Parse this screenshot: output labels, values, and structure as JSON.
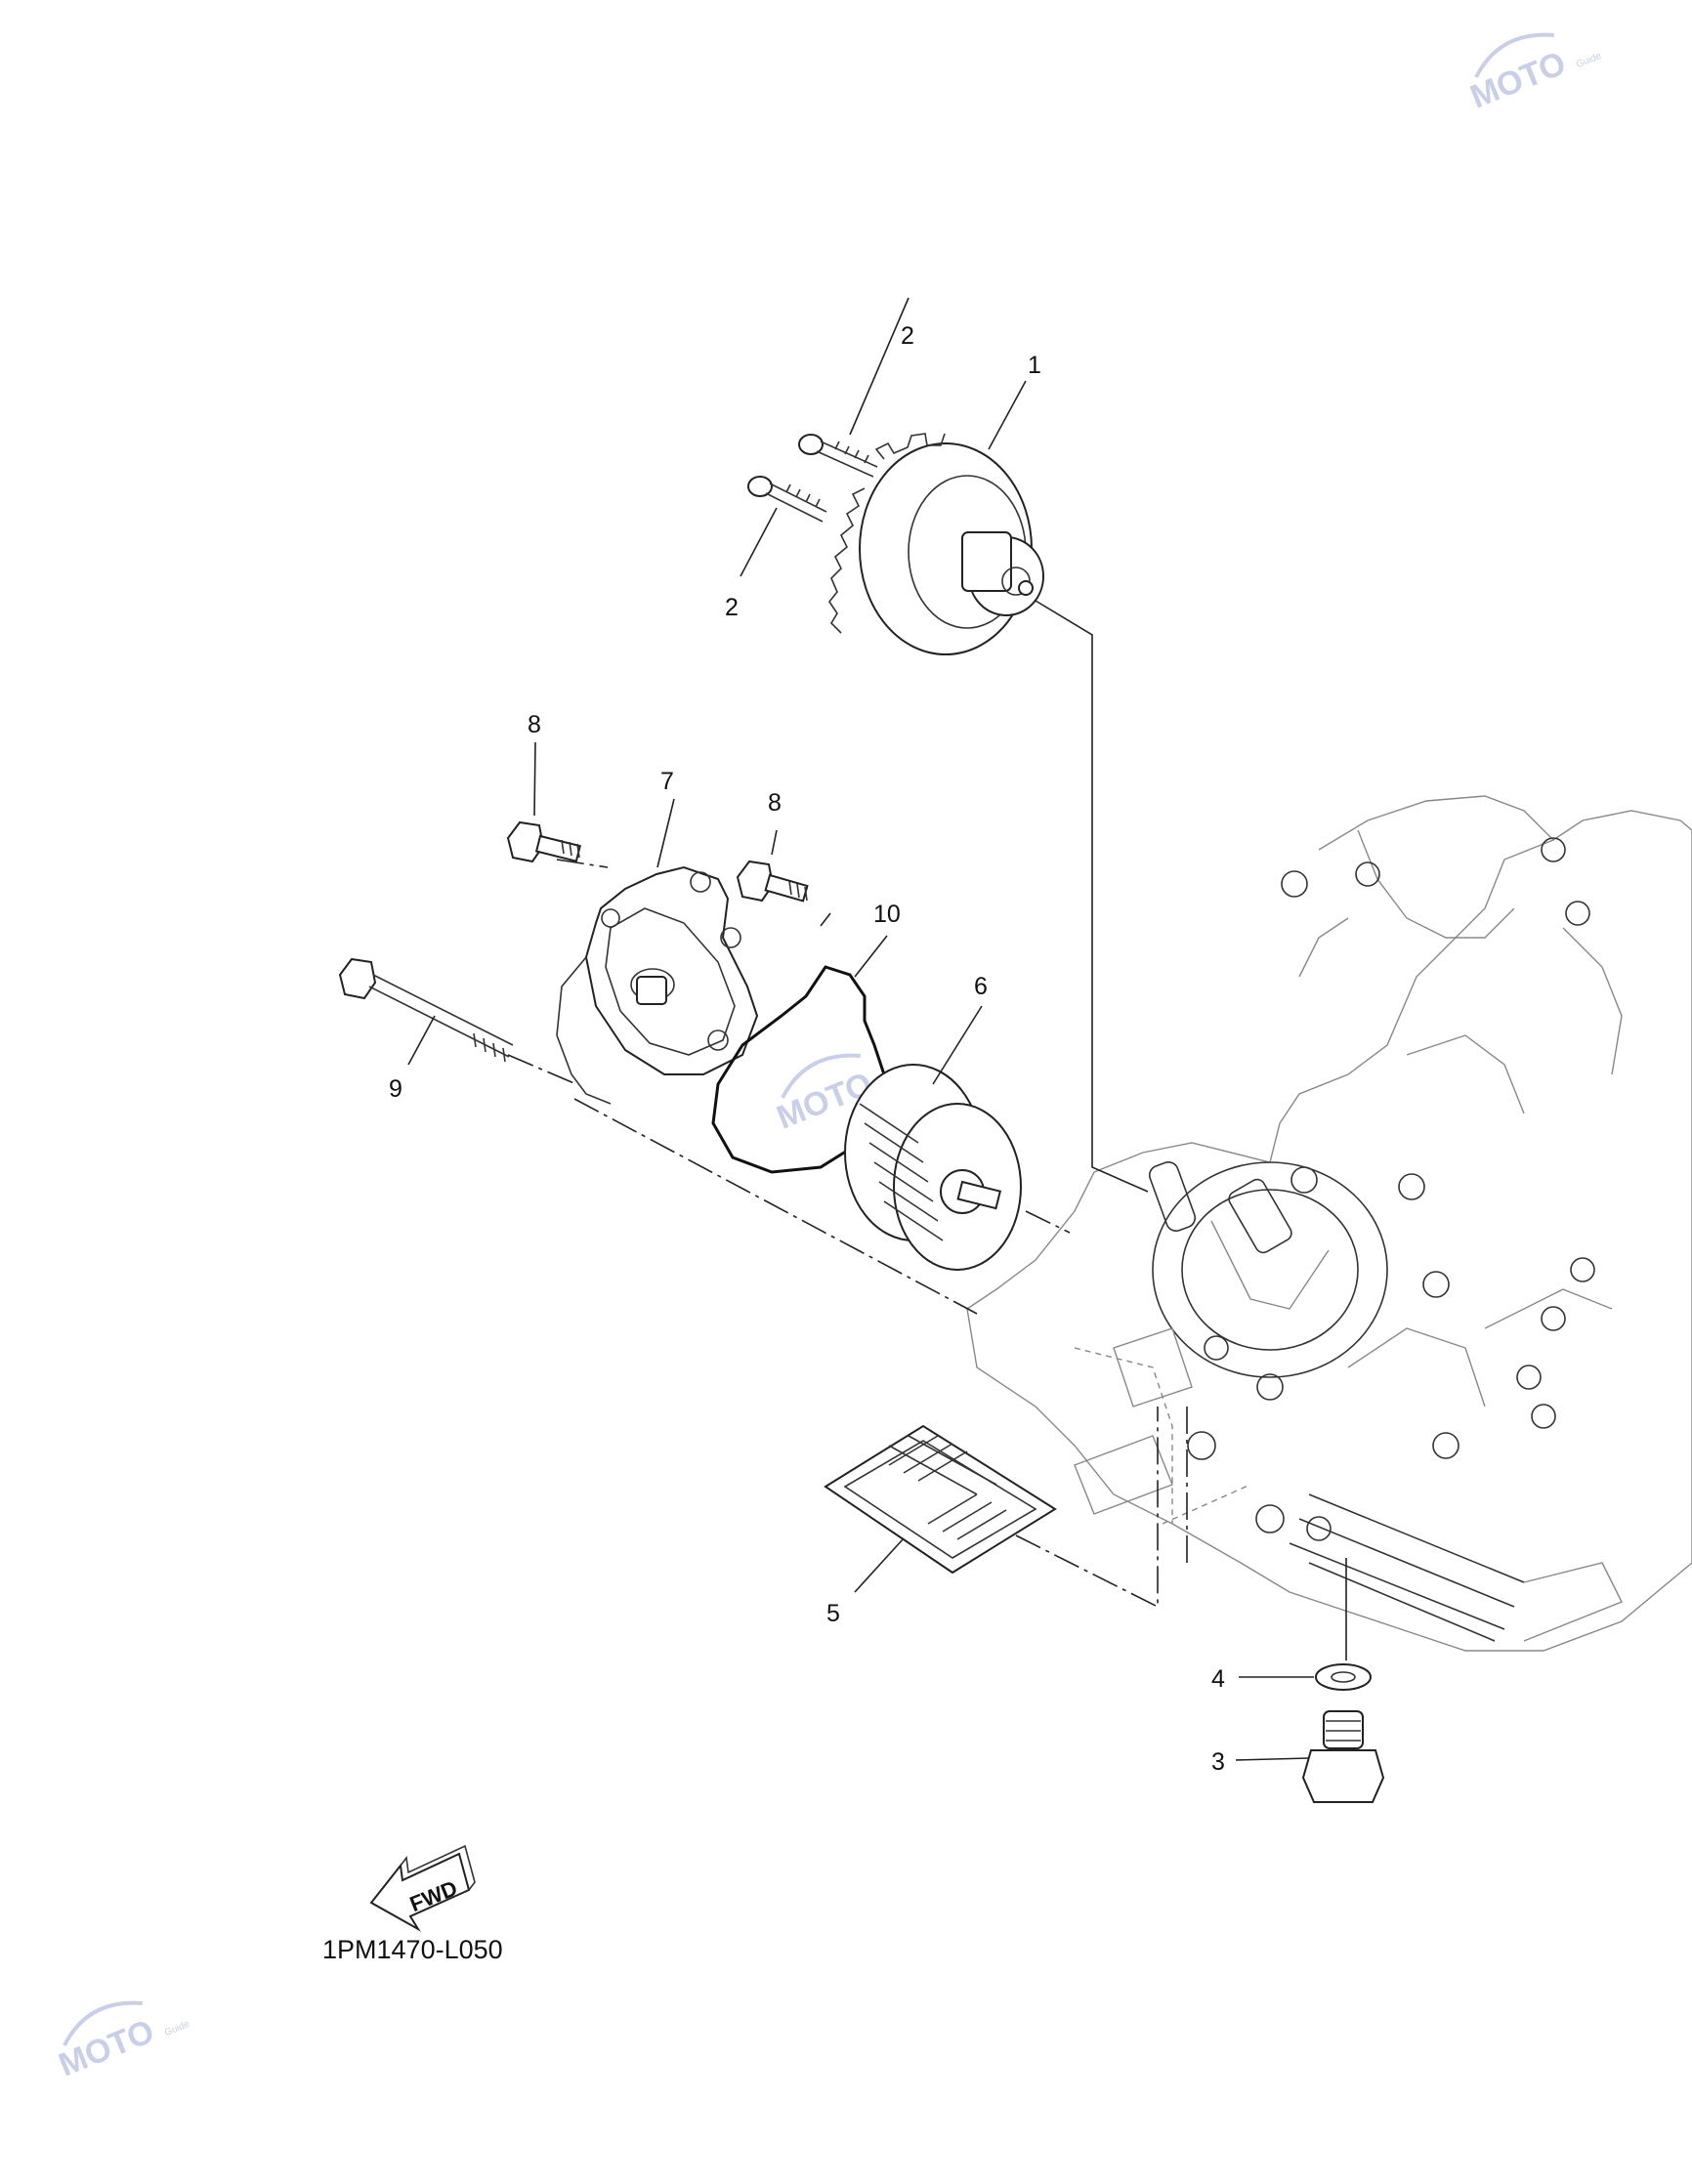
{
  "diagram": {
    "callouts": [
      {
        "id": "c1",
        "text": "1"
      },
      {
        "id": "c2a",
        "text": "2"
      },
      {
        "id": "c2b",
        "text": "2"
      },
      {
        "id": "c3",
        "text": "3"
      },
      {
        "id": "c4",
        "text": "4"
      },
      {
        "id": "c5",
        "text": "5"
      },
      {
        "id": "c6",
        "text": "6"
      },
      {
        "id": "c7",
        "text": "7"
      },
      {
        "id": "c8a",
        "text": "8"
      },
      {
        "id": "c8b",
        "text": "8"
      },
      {
        "id": "c9",
        "text": "9"
      },
      {
        "id": "c10",
        "text": "10"
      }
    ],
    "fwd_label": "FWD",
    "diagram_code": "1PM1470-L050"
  },
  "watermark": {
    "brand": "MOTO",
    "subtext": "Guide",
    "color": "#c9cfe8"
  }
}
